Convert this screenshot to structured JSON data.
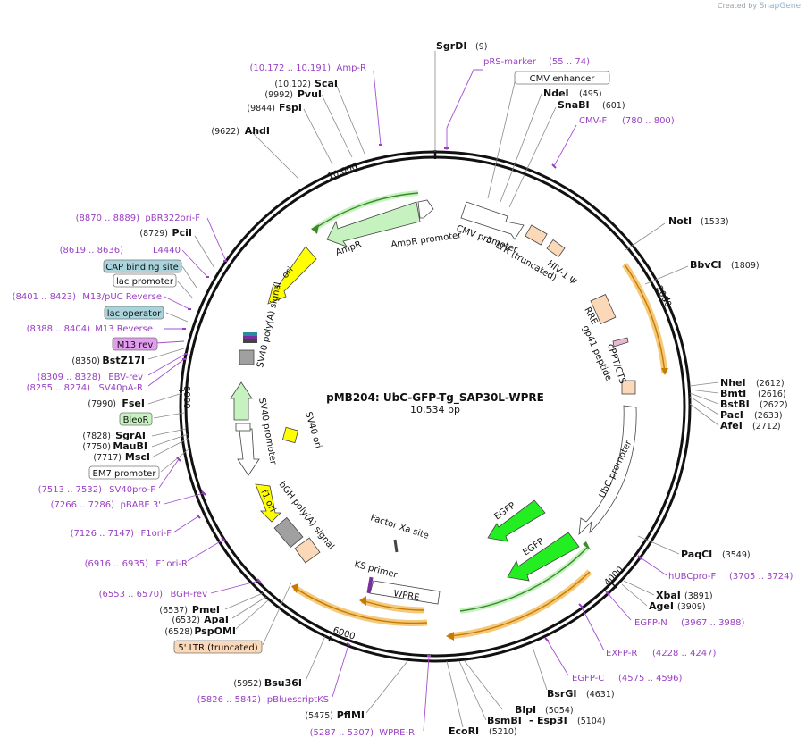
{
  "app": {
    "created_by": "Created by",
    "brand": "SnapGene"
  },
  "plasmid": {
    "name": "pMB204: UbC-GFP-Tg_SAP30L-WPRE",
    "length": "10,534 bp",
    "length_bp": 10534
  },
  "ticks": [
    {
      "pos": 2000,
      "label": "2000"
    },
    {
      "pos": 4000,
      "label": "4000"
    },
    {
      "pos": 6000,
      "label": "6000"
    },
    {
      "pos": 8000,
      "label": "8000"
    },
    {
      "pos": 10000,
      "label": "10,000"
    }
  ],
  "enzymes": [
    {
      "name": "SgrDI",
      "loc": "(9)",
      "bp": 9
    },
    {
      "name": "NdeI",
      "loc": "(495)",
      "bp": 495
    },
    {
      "name": "SnaBI",
      "loc": "(601)",
      "bp": 601
    },
    {
      "name": "NotI",
      "loc": "(1533)",
      "bp": 1533
    },
    {
      "name": "BbvCI",
      "loc": "(1809)",
      "bp": 1809
    },
    {
      "name": "NheI",
      "loc": "(2612)",
      "bp": 2612
    },
    {
      "name": "BmtI",
      "loc": "(2616)",
      "bp": 2616
    },
    {
      "name": "BstBI",
      "loc": "(2622)",
      "bp": 2622
    },
    {
      "name": "PacI",
      "loc": "(2633)",
      "bp": 2633
    },
    {
      "name": "AfeI",
      "loc": "(2712)",
      "bp": 2712
    },
    {
      "name": "PaqCI",
      "loc": "(3549)",
      "bp": 3549
    },
    {
      "name": "XbaI",
      "loc": "(3891)",
      "bp": 3891
    },
    {
      "name": "AgeI",
      "loc": "(3909)",
      "bp": 3909
    },
    {
      "name": "BsrGI",
      "loc": "(4631)",
      "bp": 4631
    },
    {
      "name": "BlpI",
      "loc": "(5054)",
      "bp": 5054
    },
    {
      "name": "Esp3I",
      "loc": "(5104)",
      "bp": 5104
    },
    {
      "name": "BsmBI",
      "loc": "",
      "bp": 5104
    },
    {
      "name": "EcoRI",
      "loc": "(5210)",
      "bp": 5210
    },
    {
      "name": "PflMI",
      "loc": "(5475)",
      "bp": 5475
    },
    {
      "name": "Bsu36I",
      "loc": "(5952)",
      "bp": 5952
    },
    {
      "name": "PspOMI",
      "loc": "(6528)",
      "bp": 6528
    },
    {
      "name": "ApaI",
      "loc": "(6532)",
      "bp": 6532
    },
    {
      "name": "PmeI",
      "loc": "(6537)",
      "bp": 6537
    },
    {
      "name": "MscI",
      "loc": "(7717)",
      "bp": 7717
    },
    {
      "name": "MauBI",
      "loc": "(7750)",
      "bp": 7750
    },
    {
      "name": "SgrAI",
      "loc": "(7828)",
      "bp": 7828
    },
    {
      "name": "FseI",
      "loc": "(7990)",
      "bp": 7990
    },
    {
      "name": "BstZ17I",
      "loc": "(8350)",
      "bp": 8350
    },
    {
      "name": "PciI",
      "loc": "(8729)",
      "bp": 8729
    },
    {
      "name": "AhdI",
      "loc": "(9622)",
      "bp": 9622
    },
    {
      "name": "FspI",
      "loc": "(9844)",
      "bp": 9844
    },
    {
      "name": "PvuI",
      "loc": "(9992)",
      "bp": 9992
    },
    {
      "name": "ScaI",
      "loc": "(10,102)",
      "bp": 10102
    }
  ],
  "primers": [
    {
      "name": "pRS-marker",
      "loc": "(55 .. 74)",
      "bp": 64
    },
    {
      "name": "CMV-F",
      "loc": "(780 .. 800)",
      "bp": 790
    },
    {
      "name": "hUBCpro-F",
      "loc": "(3705 .. 3724)",
      "bp": 3714
    },
    {
      "name": "EGFP-N",
      "loc": "(3967 .. 3988)",
      "bp": 3977
    },
    {
      "name": "EXFP-R",
      "loc": "(4228 .. 4247)",
      "bp": 4237
    },
    {
      "name": "EGFP-C",
      "loc": "(4575 .. 4596)",
      "bp": 4585
    },
    {
      "name": "WPRE-R",
      "loc": "(5287 .. 5307)",
      "bp": 5297
    },
    {
      "name": "pBluescriptKS",
      "loc": "(5826 .. 5842)",
      "bp": 5834
    },
    {
      "name": "BGH-rev",
      "loc": "(6553 .. 6570)",
      "bp": 6561
    },
    {
      "name": "F1ori-R",
      "loc": "(6916 .. 6935)",
      "bp": 6925
    },
    {
      "name": "F1ori-F",
      "loc": "(7126 .. 7147)",
      "bp": 7136
    },
    {
      "name": "pBABE 3'",
      "loc": "(7266 .. 7286)",
      "bp": 7276
    },
    {
      "name": "SV40pro-F",
      "loc": "(7513 .. 7532)",
      "bp": 7522
    },
    {
      "name": "SV40pA-R",
      "loc": "(8255 .. 8274)",
      "bp": 8264
    },
    {
      "name": "EBV-rev",
      "loc": "(8309 .. 8328)",
      "bp": 8318
    },
    {
      "name": "M13 Reverse",
      "loc": "(8388 .. 8404)",
      "bp": 8396
    },
    {
      "name": "M13/pUC Reverse",
      "loc": "(8401 .. 8423)",
      "bp": 8412
    },
    {
      "name": "L4440",
      "loc": "(8619 .. 8636)",
      "bp": 8627
    },
    {
      "name": "pBR322ori-F",
      "loc": "(8870 .. 8889)",
      "bp": 8879
    },
    {
      "name": "Amp-R",
      "loc": "(10,172 .. 10,191)",
      "bp": 10181
    }
  ],
  "boxed_labels": [
    {
      "name": "CMV enhancer",
      "color": "#ffffff"
    },
    {
      "name": "CAP binding site",
      "color": "#a9d4dc"
    },
    {
      "name": "lac promoter",
      "color": "#ffffff"
    },
    {
      "name": "lac operator",
      "color": "#a9d4dc"
    },
    {
      "name": "M13 rev",
      "color": "#e39cf0"
    },
    {
      "name": "BleoR",
      "color": "#c6f2c0"
    },
    {
      "name": "EM7 promoter",
      "color": "#ffffff"
    },
    {
      "name": "5' LTR (truncated)",
      "color": "#fbd8b8"
    }
  ],
  "features": [
    {
      "name": "AmpR",
      "color": "#c6f2c0"
    },
    {
      "name": "AmpR promoter",
      "color": "#ffffff"
    },
    {
      "name": "ori",
      "color": "#ffff00"
    },
    {
      "name": "CMV promoter",
      "color": "#ffffff"
    },
    {
      "name": "5' LTR (truncated)",
      "color": "#fbd8b8"
    },
    {
      "name": "HIV-1 Ψ",
      "color": "#fbd8b8"
    },
    {
      "name": "RRE",
      "color": "#fbd8b8"
    },
    {
      "name": "gp41 peptide",
      "color": "#e8b8d0"
    },
    {
      "name": "cPPT/CTS",
      "color": "#fbd8b8"
    },
    {
      "name": "UbC promoter",
      "color": "#ffffff"
    },
    {
      "name": "EGFP",
      "color": "#22ee22"
    },
    {
      "name": "Factor Xa site",
      "color": "#ffffff"
    },
    {
      "name": "KS primer",
      "color": "#7a2fa0"
    },
    {
      "name": "WPRE",
      "color": "#ffffff"
    },
    {
      "name": "bGH poly(A) signal",
      "color": "#fbd8b8"
    },
    {
      "name": "f1 ori",
      "color": "#ffff00"
    },
    {
      "name": "SV40 promoter",
      "color": "#ffffff"
    },
    {
      "name": "SV40 ori",
      "color": "#ffff00"
    },
    {
      "name": "SV40 poly(A) signal",
      "color": "#a0a0a0"
    }
  ],
  "colors": {
    "primer": "#9a3fc4",
    "backbone": "#111111",
    "orf_band": "#f5a623",
    "leader": "#8a8a8a"
  }
}
